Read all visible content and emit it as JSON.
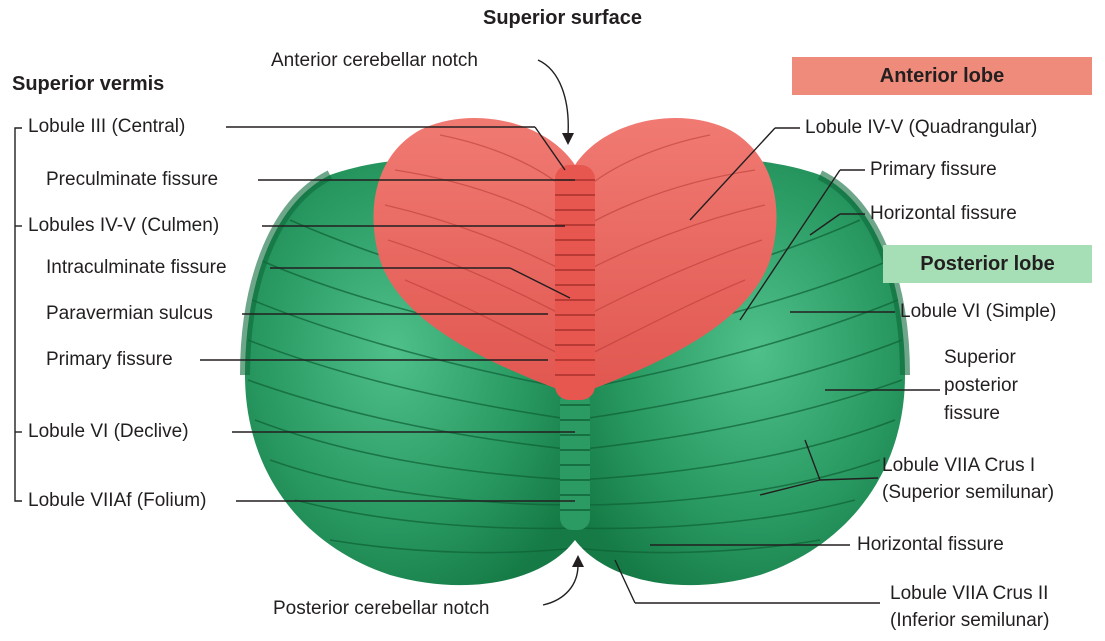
{
  "title": "Superior surface",
  "groups": {
    "vermis": "Superior vermis",
    "anterior_lobe": "Anterior lobe",
    "posterior_lobe": "Posterior lobe"
  },
  "colors": {
    "anterior_lobe_box": "#ef8b7a",
    "posterior_lobe_box": "#a6dfb5",
    "anterior_tissue": "#e8736b",
    "posterior_tissue": "#2fa36a"
  },
  "labels": {
    "anterior_notch": "Anterior cerebellar notch",
    "posterior_notch": "Posterior cerebellar notch",
    "left": {
      "lobule_iii": "Lobule III (Central)",
      "preculminate": "Preculminate fissure",
      "lobules_iv_v": "Lobules IV-V (Culmen)",
      "intraculminate": "Intraculminate fissure",
      "paravermian": "Paravermian sulcus",
      "primary": "Primary fissure",
      "lobule_vi": "Lobule VI (Declive)",
      "lobule_viiaf": "Lobule VIIAf (Folium)"
    },
    "right": {
      "lobule_iv_v": "Lobule IV-V (Quadrangular)",
      "primary": "Primary fissure",
      "horizontal_upper": "Horizontal fissure",
      "lobule_vi": "Lobule VI (Simple)",
      "sup_post_1": "Superior",
      "sup_post_2": "posterior",
      "sup_post_3": "fissure",
      "crus_i_1": "Lobule VIIA Crus I",
      "crus_i_2": "(Superior semilunar)",
      "horizontal_lower": "Horizontal fissure",
      "crus_ii_1": "Lobule VIIA Crus II",
      "crus_ii_2": "(Inferior semilunar)"
    }
  }
}
